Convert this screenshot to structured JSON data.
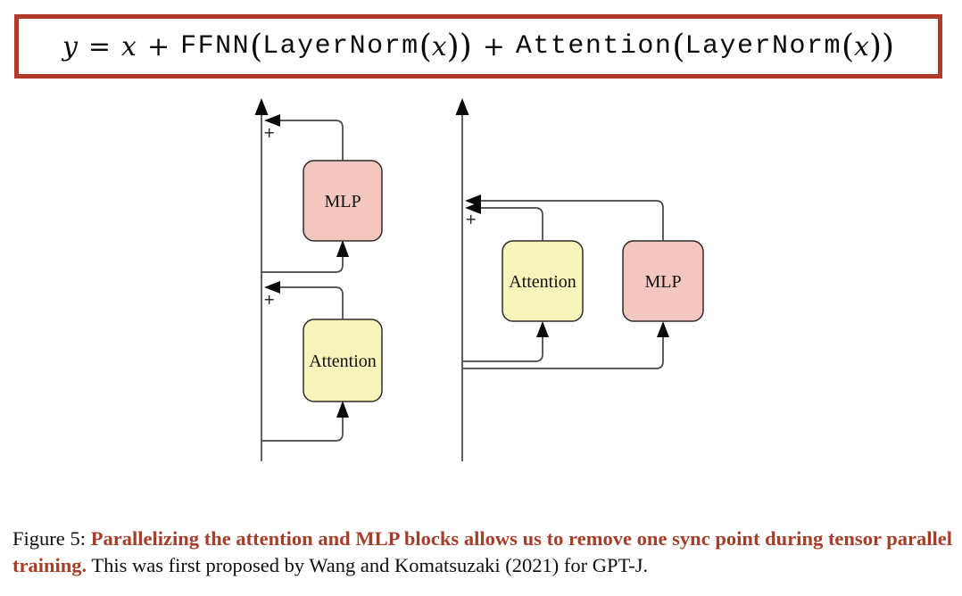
{
  "formula": {
    "y": "y",
    "eq": "=",
    "x1": "x",
    "plus1": "+",
    "ffnn": "FFNN",
    "lparen1": "(",
    "layernorm1": "LayerNorm",
    "lparen2": "(",
    "x2": "x",
    "rparens1": "))",
    "plus2": "+",
    "attention": "Attention",
    "lparen3": "(",
    "layernorm2": "LayerNorm",
    "lparen4": "(",
    "x3": "x",
    "rparens2": "))"
  },
  "diagram_sequential": {
    "mlp_label": "MLP",
    "attention_label": "Attention",
    "plus_top": "+",
    "plus_mid": "+"
  },
  "diagram_parallel": {
    "attention_label": "Attention",
    "mlp_label": "MLP",
    "plus": "+"
  },
  "caption": {
    "figure_label": "Figure 5: ",
    "highlight": "Parallelizing the attention and MLP blocks allows us to remove one sync point during tensor parallel training.",
    "rest": " This was first proposed by Wang and Komatsuzaki (2021) for GPT-J."
  },
  "colors": {
    "formula_border_red": "#b23a28",
    "caption_red": "#a63d28",
    "mlp_fill": "#f4c6c0",
    "attention_fill": "#f6f3bb",
    "line_stroke": "#454545"
  }
}
